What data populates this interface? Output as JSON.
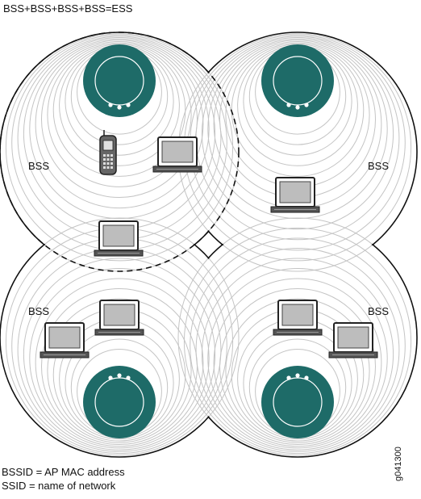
{
  "diagram": {
    "title": "BSS+BSS+BSS+BSS=ESS",
    "bss_labels": [
      "BSS",
      "BSS",
      "BSS",
      "BSS"
    ],
    "legend": {
      "bssid": "BSSID = AP MAC address",
      "ssid": "SSID = name of network"
    },
    "figure_id": "g041300",
    "colors": {
      "access_point": "#1e6b68",
      "coverage_rings": "#c4c4c4",
      "outline": "#111111",
      "device_screen": "#bdbdbd"
    },
    "icons": [
      "access-point-icon",
      "laptop-icon",
      "mobile-phone-icon"
    ]
  }
}
